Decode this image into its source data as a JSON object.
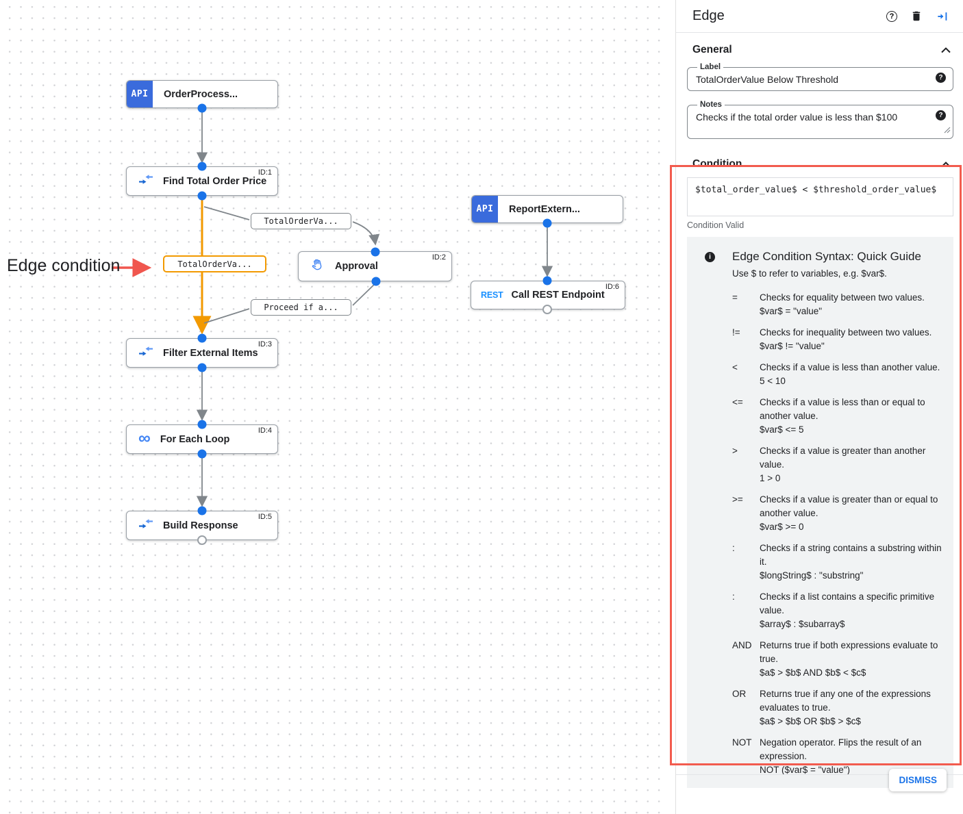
{
  "annotation": {
    "label": "Edge condition"
  },
  "canvas": {
    "nodes": [
      {
        "badge": "API",
        "title": "OrderProcess...",
        "id_label": ""
      },
      {
        "icon": "data-mapping",
        "title": "Find Total Order Price",
        "id_label": "ID:1"
      },
      {
        "icon": "approval-hand",
        "title": "Approval",
        "id_label": "ID:2"
      },
      {
        "badge": "API",
        "title": "ReportExtern...",
        "id_label": ""
      },
      {
        "icon": "rest",
        "icon_text": "REST",
        "title": "Call REST Endpoint",
        "id_label": "ID:6"
      },
      {
        "icon": "data-mapping",
        "title": "Filter External Items",
        "id_label": "ID:3"
      },
      {
        "icon": "for-each-infinity",
        "icon_text": "∞",
        "title": "For Each Loop",
        "id_label": "ID:4"
      },
      {
        "icon": "data-mapping",
        "title": "Build Response",
        "id_label": "ID:5"
      }
    ],
    "edge_labels": [
      {
        "text": "TotalOrderVa...",
        "selected": false
      },
      {
        "text": "TotalOrderVa...",
        "selected": true
      },
      {
        "text": "Proceed if a...",
        "selected": false
      }
    ]
  },
  "panel": {
    "title": "Edge",
    "general": {
      "heading": "General",
      "label_field": {
        "label": "Label",
        "value": "TotalOrderValue Below Threshold"
      },
      "notes_field": {
        "label": "Notes",
        "value": "Checks if the total order value is less than $100"
      }
    },
    "condition": {
      "heading": "Condition",
      "expression": "$total_order_value$ < $threshold_order_value$",
      "status": "Condition Valid",
      "guide": {
        "title": "Edge Condition Syntax: Quick Guide",
        "intro": "Use $ to refer to variables, e.g. $var$.",
        "rows": [
          {
            "op": "=",
            "desc": "Checks for equality between two values.",
            "example": "$var$ = \"value\""
          },
          {
            "op": "!=",
            "desc": "Checks for inequality between two values.",
            "example": "$var$ != \"value\""
          },
          {
            "op": "<",
            "desc": "Checks if a value is less than another value.",
            "example": "5 < 10"
          },
          {
            "op": "<=",
            "desc": "Checks if a value is less than or equal to another value.",
            "example": "$var$ <= 5"
          },
          {
            "op": ">",
            "desc": "Checks if a value is greater than another value.",
            "example": "1 > 0"
          },
          {
            "op": ">=",
            "desc": "Checks if a value is greater than or equal to another value.",
            "example": "$var$ >= 0"
          },
          {
            "op": ":",
            "desc": "Checks if a string contains a substring within it.",
            "example": "$longString$ : \"substring\""
          },
          {
            "op": ":",
            "desc": "Checks if a list contains a specific primitive value.",
            "example": "$array$ : $subarray$"
          },
          {
            "op": "AND",
            "desc": "Returns true if both expressions evaluate to true.",
            "example": "$a$ > $b$ AND $b$ < $c$"
          },
          {
            "op": "OR",
            "desc": "Returns true if any one of the expressions evaluates to true.",
            "example": "$a$ > $b$ OR $b$ > $c$"
          },
          {
            "op": "NOT",
            "desc": "Negation operator. Flips the result of an expression.",
            "example": "NOT ($var$ = \"value\")"
          }
        ]
      }
    },
    "dismiss_label": "DISMISS"
  },
  "colors": {
    "edge_selected": "#F29900",
    "edge_default": "#80868B",
    "node_accent_blue": "#1A73E8",
    "trigger_badge_blue": "#3A6BDC",
    "highlight_red": "#F25B4E",
    "dismiss_blue": "#1A73E8"
  }
}
